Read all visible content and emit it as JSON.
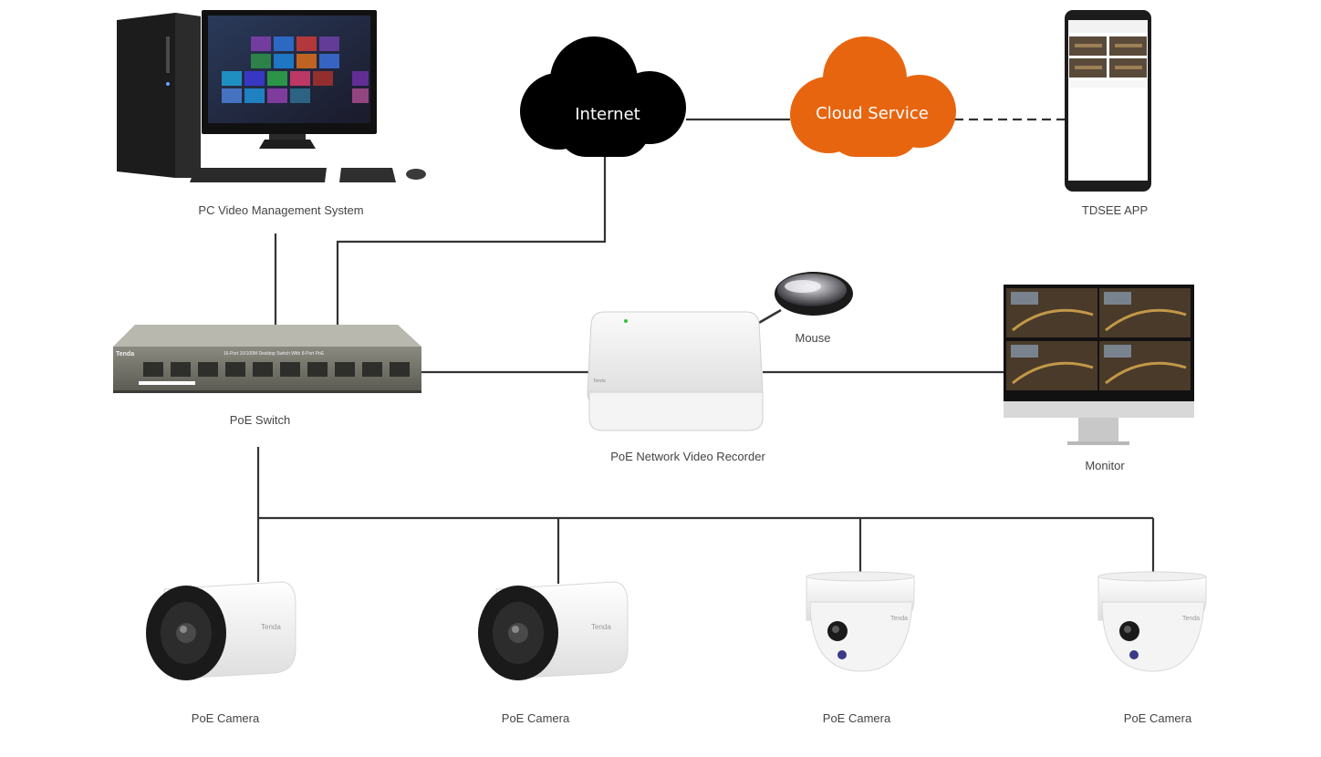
{
  "colors": {
    "internet_cloud": "#000000",
    "cloud_service": "#e8650f",
    "connector": "#333333",
    "label_text": "#444444"
  },
  "nodes": {
    "pc": {
      "label": "PC Video Management System",
      "icon": "desktop-computer-icon"
    },
    "internet": {
      "label": "Internet",
      "icon": "cloud-icon"
    },
    "cloud_service": {
      "label": "Cloud Service",
      "icon": "cloud-icon"
    },
    "app": {
      "label": "TDSEE APP",
      "icon": "smartphone-icon"
    },
    "switch": {
      "label": "PoE Switch",
      "icon": "network-switch-icon"
    },
    "nvr": {
      "label": "PoE Network Video Recorder",
      "icon": "nvr-icon"
    },
    "mouse": {
      "label": "Mouse",
      "icon": "mouse-icon"
    },
    "monitor": {
      "label": "Monitor",
      "icon": "monitor-icon"
    },
    "cameras": [
      {
        "label": "PoE Camera",
        "icon": "bullet-camera-icon"
      },
      {
        "label": "PoE Camera",
        "icon": "bullet-camera-icon"
      },
      {
        "label": "PoE Camera",
        "icon": "dome-camera-icon"
      },
      {
        "label": "PoE Camera",
        "icon": "dome-camera-icon"
      }
    ]
  },
  "switch_panel_text": "16-Port 10/100M Desktop Switch With 8-Port PoE",
  "brand": "Tenda"
}
